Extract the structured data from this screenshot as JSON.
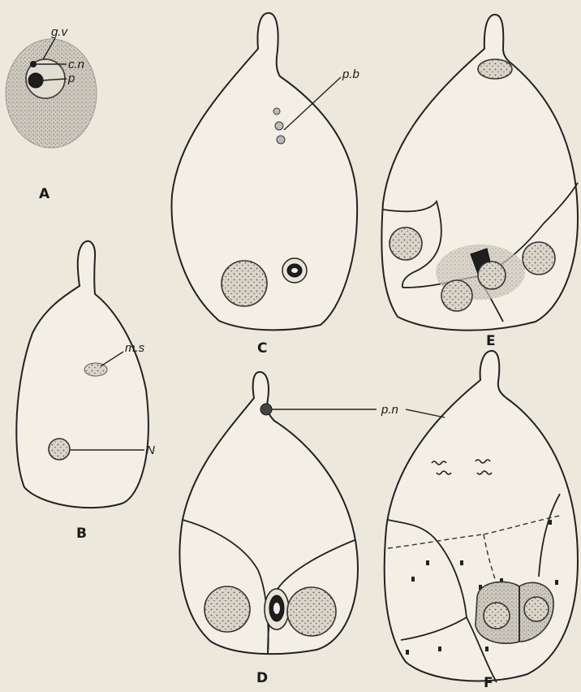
{
  "figures": {
    "A": "A",
    "B": "B",
    "C": "C",
    "D": "D",
    "E": "E",
    "F": "F"
  },
  "labels": {
    "gv": "g.v",
    "cn": "c.n",
    "p": "p",
    "pb": "p.b",
    "ms": "m.s",
    "N": "N",
    "pn": "p.n"
  }
}
